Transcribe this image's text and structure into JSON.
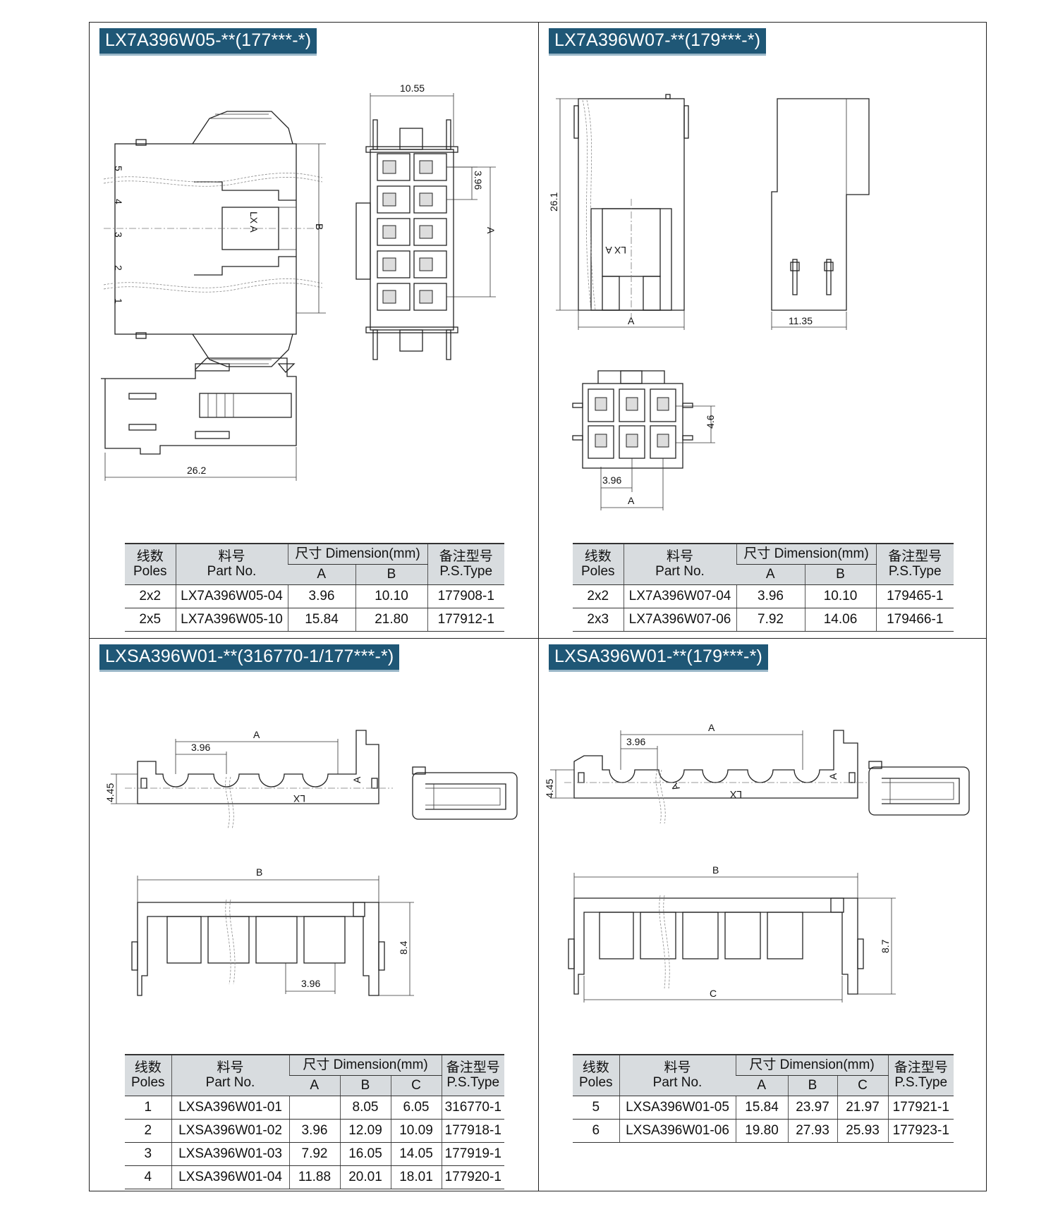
{
  "panels": [
    {
      "title": "LX7A396W05-**(177***-*)",
      "table": {
        "head_poles_cn": "线数",
        "head_poles_en": "Poles",
        "head_part_cn": "料号",
        "head_part_en": "Part No.",
        "head_dim": "尺寸 Dimension(mm)",
        "head_type_cn": "备注型号",
        "head_type_en": "P.S.Type",
        "dim_cols": [
          "A",
          "B"
        ],
        "rows": [
          {
            "poles": "2x2",
            "part": "LX7A396W05-04",
            "dims": [
              "3.96",
              "10.10"
            ],
            "type": "177908-1"
          },
          {
            "poles": "2x5",
            "part": "LX7A396W05-10",
            "dims": [
              "15.84",
              "21.80"
            ],
            "type": "177912-1"
          }
        ]
      },
      "labels": {
        "d1": "10.55",
        "d2": "3.96",
        "d3": "A",
        "d4": "B",
        "d5": "26.2",
        "mark": "LX A",
        "n1": "1",
        "n2": "2",
        "n3": "3",
        "n4": "4",
        "n5": "5"
      }
    },
    {
      "title": "LX7A396W07-**(179***-*)",
      "table": {
        "head_poles_cn": "线数",
        "head_poles_en": "Poles",
        "head_part_cn": "料号",
        "head_part_en": "Part No.",
        "head_dim": "尺寸 Dimension(mm)",
        "head_type_cn": "备注型号",
        "head_type_en": "P.S.Type",
        "dim_cols": [
          "A",
          "B"
        ],
        "rows": [
          {
            "poles": "2x2",
            "part": "LX7A396W07-04",
            "dims": [
              "3.96",
              "10.10"
            ],
            "type": "179465-1"
          },
          {
            "poles": "2x3",
            "part": "LX7A396W07-06",
            "dims": [
              "7.92",
              "14.06"
            ],
            "type": "179466-1"
          }
        ]
      },
      "labels": {
        "d1": "26.1",
        "d2": "A",
        "d3": "11.35",
        "d4": "4.6",
        "d5": "3.96",
        "d6": "A",
        "mark": "LX A"
      }
    },
    {
      "title": "LXSA396W01-**(316770-1/177***-*)",
      "table": {
        "head_poles_cn": "线数",
        "head_poles_en": "Poles",
        "head_part_cn": "料号",
        "head_part_en": "Part No.",
        "head_dim": "尺寸 Dimension(mm)",
        "head_type_cn": "备注型号",
        "head_type_en": "P.S.Type",
        "dim_cols": [
          "A",
          "B",
          "C"
        ],
        "rows": [
          {
            "poles": "1",
            "part": "LXSA396W01-01",
            "dims": [
              "",
              "8.05",
              "6.05"
            ],
            "type": "316770-1"
          },
          {
            "poles": "2",
            "part": "LXSA396W01-02",
            "dims": [
              "3.96",
              "12.09",
              "10.09"
            ],
            "type": "177918-1"
          },
          {
            "poles": "3",
            "part": "LXSA396W01-03",
            "dims": [
              "7.92",
              "16.05",
              "14.05"
            ],
            "type": "177919-1"
          },
          {
            "poles": "4",
            "part": "LXSA396W01-04",
            "dims": [
              "11.88",
              "20.01",
              "18.01"
            ],
            "type": "177920-1"
          }
        ]
      },
      "labels": {
        "d1": "A",
        "d2": "3.96",
        "d3": "4.45",
        "d4": "B",
        "d5": "8.4",
        "d6": "3.96",
        "m1": "LX",
        "m2": "A"
      }
    },
    {
      "title": "LXSA396W01-**(179***-*)",
      "table": {
        "head_poles_cn": "线数",
        "head_poles_en": "Poles",
        "head_part_cn": "料号",
        "head_part_en": "Part No.",
        "head_dim": "尺寸 Dimension(mm)",
        "head_type_cn": "备注型号",
        "head_type_en": "P.S.Type",
        "dim_cols": [
          "A",
          "B",
          "C"
        ],
        "rows": [
          {
            "poles": "5",
            "part": "LXSA396W01-05",
            "dims": [
              "15.84",
              "23.97",
              "21.97"
            ],
            "type": "177921-1"
          },
          {
            "poles": "6",
            "part": "LXSA396W01-06",
            "dims": [
              "19.80",
              "27.93",
              "25.93"
            ],
            "type": "177923-1"
          }
        ]
      },
      "labels": {
        "d1": "A",
        "d2": "3.96",
        "d3": "4.45",
        "d4": "B",
        "d5": "8.7",
        "d6": "C",
        "m1": "LX",
        "m2": "A",
        "m3": "A"
      }
    }
  ]
}
